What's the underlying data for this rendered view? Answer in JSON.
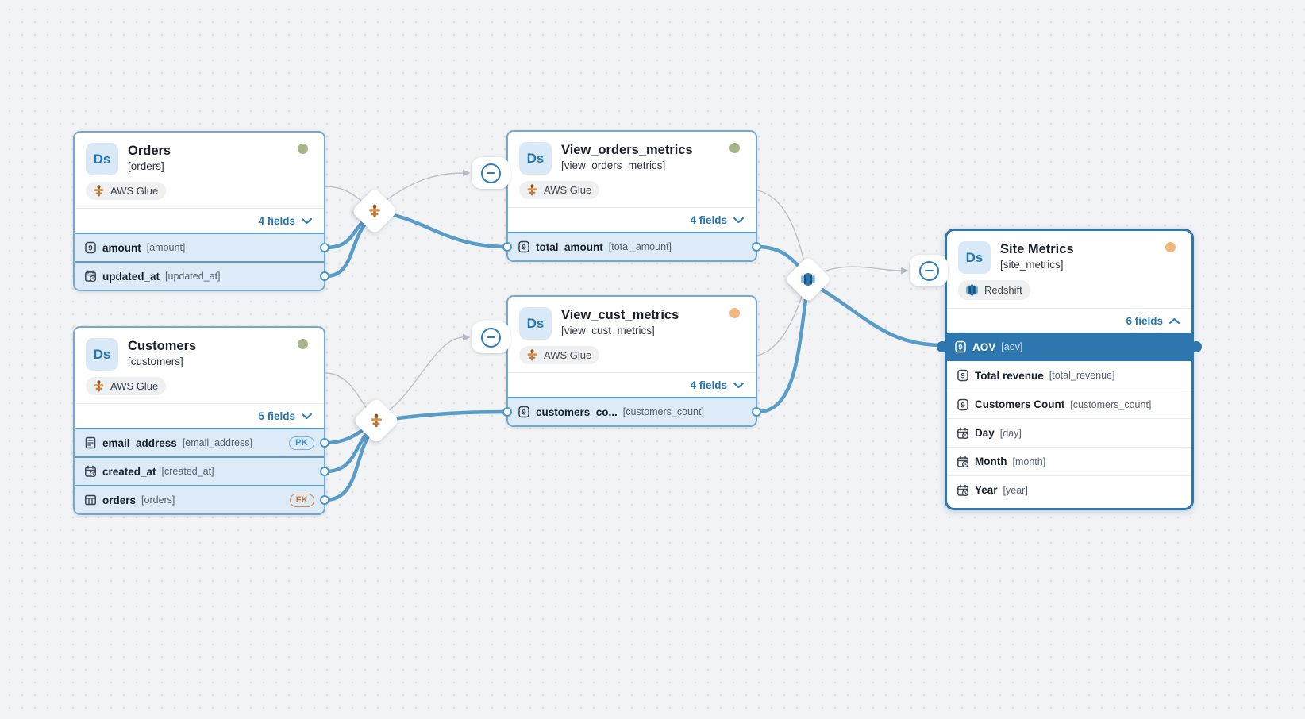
{
  "canvas": {
    "background": "#f2f3f5",
    "dot_color": "#dfe1e6",
    "edge_color": "#599cc8",
    "guide_color": "#bcc1c7",
    "accent": "#2e77ae",
    "status_green": "#a5b789",
    "status_orange": "#f0b97c"
  },
  "badges": {
    "pk": "PK",
    "fk": "FK"
  },
  "icons": {
    "dataset_badge": "Ds",
    "source_glue": "aws-glue-icon",
    "source_redshift": "redshift-icon",
    "type_number": "number-type-icon",
    "type_date": "calendar-type-icon",
    "type_text": "text-type-icon",
    "type_table": "table-type-icon",
    "collapse": "minus-circle-icon",
    "expand_chevron_down": "chevron-down-icon",
    "collapse_chevron_up": "chevron-up-icon"
  },
  "nodes": [
    {
      "type_badge": "Ds",
      "title": "Orders",
      "subtitle": "[orders]",
      "source_label": "AWS Glue",
      "fields_label": "4 fields",
      "status_color": "#a5b789",
      "fields": [
        {
          "name": "amount",
          "ref": "[amount]",
          "type": "number"
        },
        {
          "name": "updated_at",
          "ref": "[updated_at]",
          "type": "date"
        }
      ]
    },
    {
      "type_badge": "Ds",
      "title": "Customers",
      "subtitle": "[customers]",
      "source_label": "AWS Glue",
      "fields_label": "5 fields",
      "status_color": "#a5b789",
      "fields": [
        {
          "name": "email_address",
          "ref": "[email_address]",
          "type": "text",
          "key": "PK"
        },
        {
          "name": "created_at",
          "ref": "[created_at]",
          "type": "date"
        },
        {
          "name": "orders",
          "ref": "[orders]",
          "type": "table",
          "key": "FK"
        }
      ]
    },
    {
      "type_badge": "Ds",
      "title": "View_orders_metrics",
      "subtitle": "[view_orders_metrics]",
      "source_label": "AWS Glue",
      "fields_label": "4 fields",
      "status_color": "#a5b789",
      "fields": [
        {
          "name": "total_amount",
          "ref": "[total_amount]",
          "type": "number"
        }
      ]
    },
    {
      "type_badge": "Ds",
      "title": "View_cust_metrics",
      "subtitle": "[view_cust_metrics]",
      "source_label": "AWS Glue",
      "fields_label": "4 fields",
      "status_color": "#f0b97c",
      "fields": [
        {
          "name": "customers_co...",
          "ref": "[customers_count]",
          "type": "number"
        }
      ]
    },
    {
      "type_badge": "Ds",
      "title": "Site Metrics",
      "subtitle": "[site_metrics]",
      "source_label": "Redshift",
      "fields_label": "6 fields",
      "status_color": "#f0b97c",
      "fields": [
        {
          "name": "AOV",
          "ref": "[aov]",
          "type": "number",
          "selected": true
        },
        {
          "name": "Total revenue",
          "ref": "[total_revenue]",
          "type": "number"
        },
        {
          "name": "Customers Count",
          "ref": "[customers_count]",
          "type": "number"
        },
        {
          "name": "Day",
          "ref": "[day]",
          "type": "date"
        },
        {
          "name": "Month",
          "ref": "[month]",
          "type": "date"
        },
        {
          "name": "Year",
          "ref": "[year]",
          "type": "date"
        }
      ]
    }
  ],
  "transforms": [
    {
      "kind": "aws-glue-transform"
    },
    {
      "kind": "aws-glue-transform"
    },
    {
      "kind": "redshift-transform"
    }
  ]
}
